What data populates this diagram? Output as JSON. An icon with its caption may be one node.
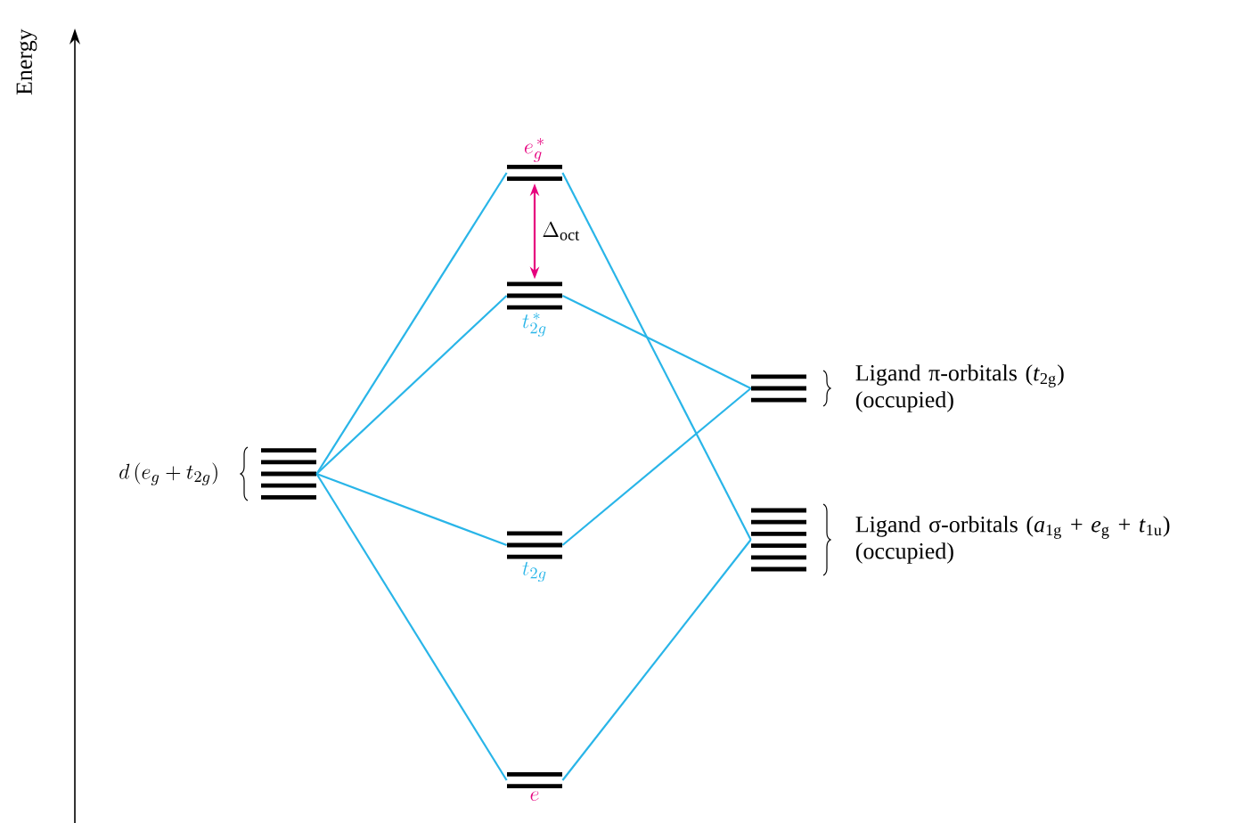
{
  "diagram": {
    "nodes": [
      {
        "text": [
          "d\\,(e_g + t_{2g})"
        ]
      },
      {
        "text": [
          "e_g^{\\,*}"
        ]
      },
      {
        "text": [
          "t_{2g}^{\\,*}"
        ]
      },
      {
        "text": [
          "t_{2g}"
        ]
      },
      {
        "text": [
          "e"
        ]
      },
      {
        "text": [
          "Ligand π-orbitals (*t*$_{2g}$) (occupied)"
        ]
      },
      {
        "text": [
          "Ligand σ-orbitals (*a*$_{1g}$ + *e*$_{g}$ + *t*$_{1u}$) (occupied)"
        ]
      }
    ],
    "edges": [
      {
        "from": 0,
        "to": 1,
        "arrow": "none"
      },
      {
        "from": 0,
        "to": 2,
        "arrow": "none"
      },
      {
        "from": 0,
        "to": 3,
        "arrow": "none"
      },
      {
        "from": 0,
        "to": 4,
        "arrow": "none"
      },
      {
        "from": 1,
        "to": 6,
        "arrow": "none"
      },
      {
        "from": 2,
        "to": 5,
        "arrow": "none"
      },
      {
        "from": 3,
        "to": 5,
        "arrow": "none"
      },
      {
        "from": 4,
        "to": 6,
        "arrow": "none"
      },
      {
        "from": 1,
        "to": 2,
        "arrow": "both",
        "color": "#e6007e",
        "label": "\\Delta_{\\mathrm{oct}}"
      }
    ],
    "labels": [
      "Energy"
    ]
  }
}
